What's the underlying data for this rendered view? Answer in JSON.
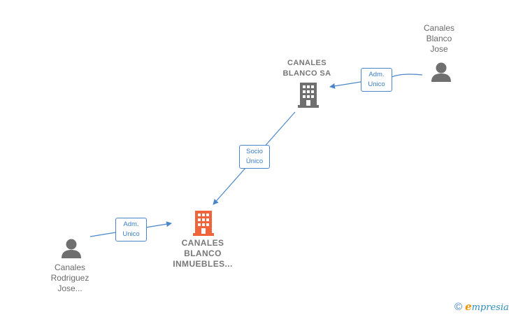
{
  "nodes": {
    "canales_blanco_jose": {
      "label": "Canales\nBlanco\nJose",
      "icon": "person-icon"
    },
    "canales_blanco_sa": {
      "label": "CANALES\nBLANCO SA",
      "icon": "building-icon"
    },
    "canales_blanco_inmuebles": {
      "label": "CANALES\nBLANCO\nINMUEBLES...",
      "icon": "building-icon",
      "highlight_color": "#f0643c"
    },
    "canales_rodriguez_jose": {
      "label": "Canales\nRodriguez\nJose...",
      "icon": "person-icon"
    }
  },
  "edges": {
    "jose_to_sa": {
      "label": "Adm.\nUnico"
    },
    "sa_to_inmuebles": {
      "label": "Socio\nÚnico"
    },
    "rodriguez_to_inmuebles": {
      "label": "Adm.\nUnico"
    }
  },
  "colors": {
    "edge": "#4a86c8",
    "node_icon": "#6f6f6f",
    "main_icon": "#f0643c"
  },
  "brand": {
    "copyright": "©",
    "name_initial": "e",
    "name_rest": "mpresia"
  }
}
